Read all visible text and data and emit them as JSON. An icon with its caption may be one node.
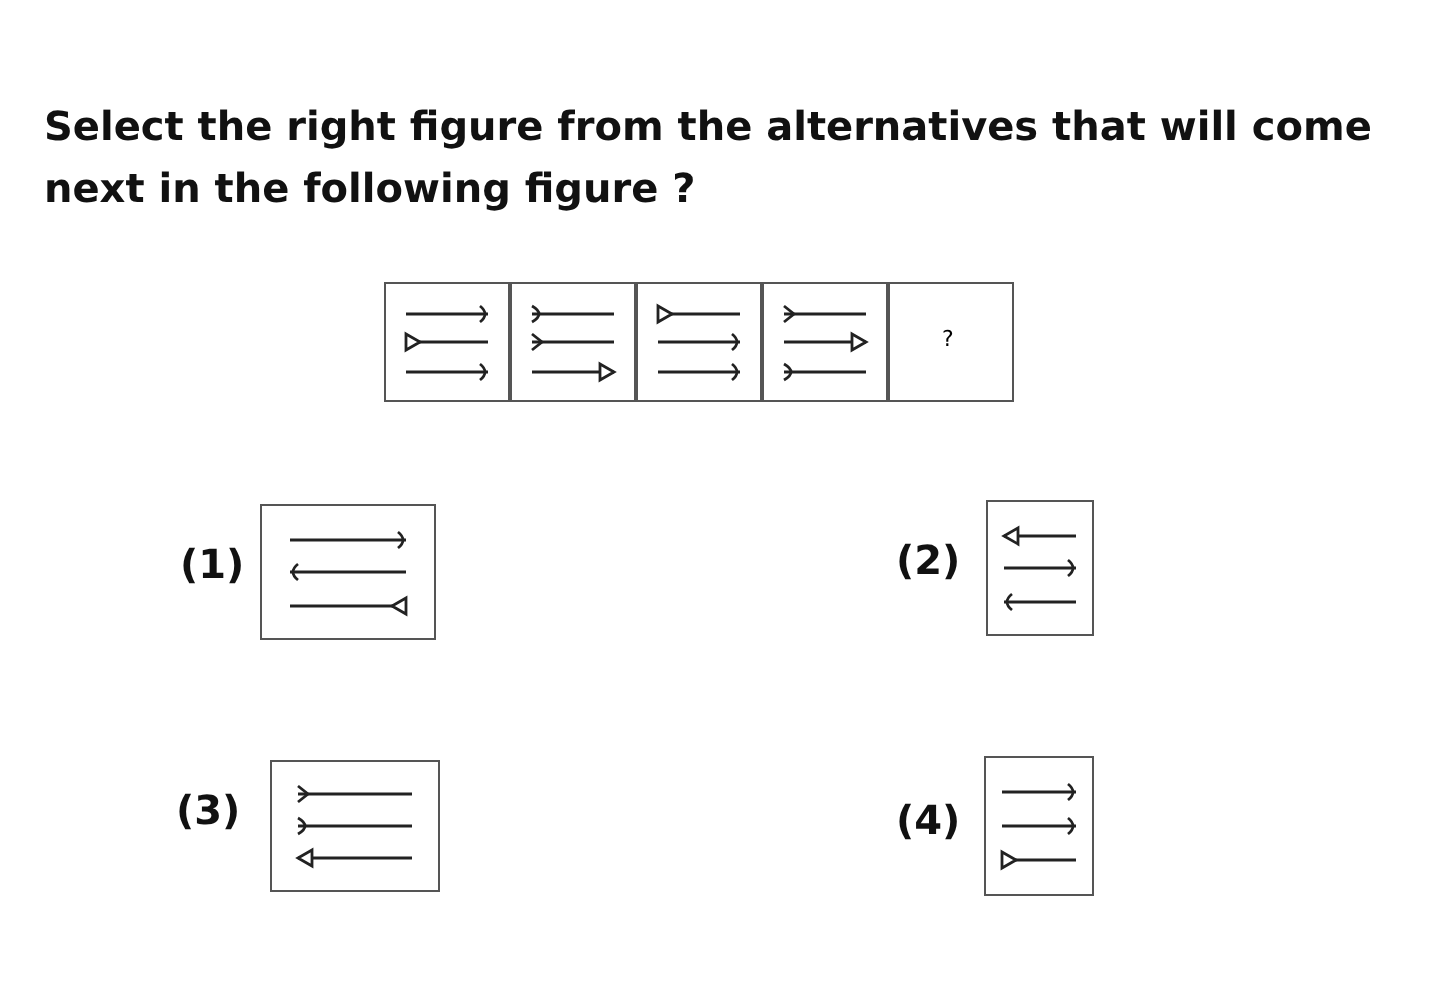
{
  "diagram": {
    "title": "Select the right figure from the alternatives that will come next in the following figure ?",
    "labels": [
      "?",
      "(1)",
      "(2)",
      "(3)",
      "(4)"
    ]
  }
}
